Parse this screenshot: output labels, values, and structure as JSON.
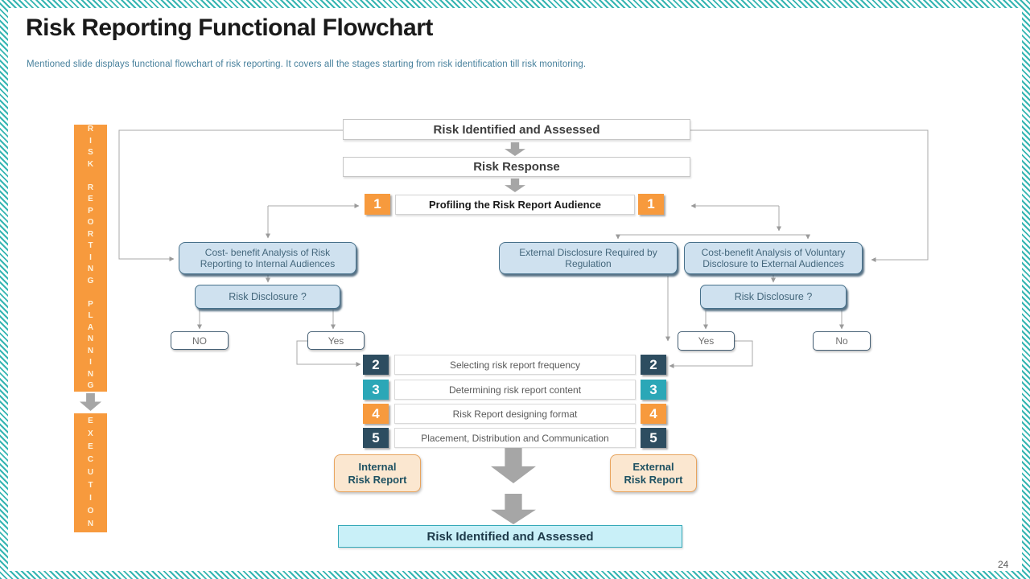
{
  "header": {
    "title": "Risk Reporting Functional Flowchart",
    "subtitle": "Mentioned  slide displays functional flowchart of risk reporting. It covers all the stages starting from risk identification till risk monitoring."
  },
  "page": {
    "number": "24"
  },
  "colors": {
    "accent_orange": "#f79a3d",
    "accent_teal": "#2ba7b7",
    "accent_navy": "#2d4d60",
    "frame_stripe": "#35b5b2",
    "wire_gray": "#a8a8a8"
  },
  "sidebar": {
    "planning_label": "R\nI\nS\nK\n \nR\nE\nP\nO\nR\nT\nI\nN\nG\n \nP\nL\nA\nN\nN\nI\nN\nG",
    "execution_label": "E\nX\nE\nC\nU\nT\nI\nO\nN",
    "bar_color": "#f79a3d"
  },
  "flow": {
    "top1": "Risk Identified and Assessed",
    "top2": "Risk Response",
    "profiling": {
      "badge": "1",
      "badge_color": "#f79a3d",
      "label": "Profiling the Risk Report Audience"
    },
    "left_branch": {
      "analysis": "Cost- benefit  Analysis of Risk\nReporting to Internal  Audiences",
      "disclosure": "Risk Disclosure ?",
      "no": "NO",
      "yes": "Yes"
    },
    "right_branch": {
      "regulation": "External Disclosure Required by\nRegulation",
      "voluntary": "Cost-benefit Analysis of Voluntary\nDisclosure to External Audiences",
      "disclosure": "Risk Disclosure ?",
      "yes": "Yes",
      "no": "No"
    },
    "steps": [
      {
        "num": "2",
        "label": "Selecting risk report frequency",
        "color": "#2d4d60"
      },
      {
        "num": "3",
        "label": "Determining risk report content",
        "color": "#2ba7b7"
      },
      {
        "num": "4",
        "label": "Risk Report designing format",
        "color": "#f79a3d"
      },
      {
        "num": "5",
        "label": "Placement, Distribution and Communication",
        "color": "#2d4d60"
      }
    ],
    "internal_report": "Internal\nRisk Report",
    "external_report": "External\nRisk Report",
    "bottom": "Risk Identified and Assessed"
  }
}
